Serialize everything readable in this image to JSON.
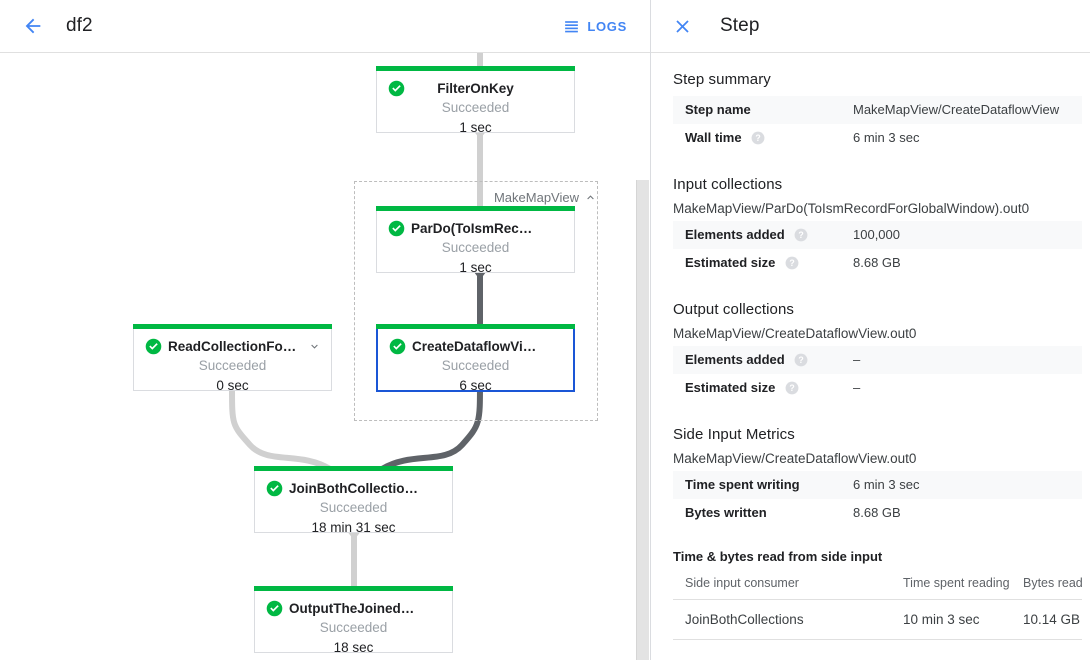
{
  "graph_header": {
    "back_icon": "arrow-left-icon",
    "job_name": "df2",
    "logs_label": "LOGS",
    "logs_icon": "list-icon"
  },
  "graph": {
    "composite_label": "MakeMapView",
    "composite_collapse_icon": "chevron-up-icon",
    "status_succeeded": "Succeeded",
    "check_icon": "check-circle-icon",
    "nodes": [
      {
        "id": "filter",
        "name": "FilterOnKey",
        "status": "Succeeded",
        "time": "1 sec",
        "selected": false,
        "expandable": false
      },
      {
        "id": "pardo",
        "name": "ParDo(ToIsmRecordFor…)",
        "status": "Succeeded",
        "time": "1 sec",
        "selected": false,
        "expandable": false
      },
      {
        "id": "create",
        "name": "CreateDataflowView",
        "status": "Succeeded",
        "time": "6 sec",
        "selected": true,
        "expandable": false
      },
      {
        "id": "read",
        "name": "ReadCollectionForJoin",
        "status": "Succeeded",
        "time": "0 sec",
        "selected": false,
        "expandable": true
      },
      {
        "id": "join",
        "name": "JoinBothCollections",
        "status": "Succeeded",
        "time": "18 min 31 sec",
        "selected": false,
        "expandable": false
      },
      {
        "id": "output",
        "name": "OutputTheJoinedCollec…",
        "status": "Succeeded",
        "time": "18 sec",
        "selected": false,
        "expandable": false
      }
    ]
  },
  "detail": {
    "close_icon": "close-icon",
    "title": "Step",
    "step_summary": {
      "heading": "Step summary",
      "rows": [
        {
          "key": "Step name",
          "value": "MakeMapView/CreateDataflowView",
          "help": false
        },
        {
          "key": "Wall time",
          "value": "6 min 3 sec",
          "help": true
        }
      ]
    },
    "input_collections": {
      "heading": "Input collections",
      "collection_name": "MakeMapView/ParDo(ToIsmRecordForGlobalWindow).out0",
      "rows": [
        {
          "key": "Elements added",
          "value": "100,000",
          "help": true
        },
        {
          "key": "Estimated size",
          "value": "8.68 GB",
          "help": true
        }
      ]
    },
    "output_collections": {
      "heading": "Output collections",
      "collection_name": "MakeMapView/CreateDataflowView.out0",
      "rows": [
        {
          "key": "Elements added",
          "value": "–",
          "help": true
        },
        {
          "key": "Estimated size",
          "value": "–",
          "help": true
        }
      ]
    },
    "side_input_metrics": {
      "heading": "Side Input Metrics",
      "collection_name": "MakeMapView/CreateDataflowView.out0",
      "rows": [
        {
          "key": "Time spent writing",
          "value": "6 min 3 sec",
          "help": false
        },
        {
          "key": "Bytes written",
          "value": "8.68 GB",
          "help": false
        }
      ],
      "table_heading": "Time & bytes read from side input",
      "columns": [
        "Side input consumer",
        "Time spent reading",
        "Bytes read"
      ],
      "rows_table": [
        [
          "JoinBothCollections",
          "10 min 3 sec",
          "10.14 GB"
        ]
      ]
    }
  },
  "colors": {
    "accent_blue": "#4285f4",
    "selection_blue": "#1a56d6",
    "success_green": "#00b843",
    "edge_gray": "#d0d0d0",
    "edge_dark": "#5f6368",
    "text_primary": "#202124",
    "text_secondary": "#5f6368",
    "muted": "#9aa0a6"
  }
}
